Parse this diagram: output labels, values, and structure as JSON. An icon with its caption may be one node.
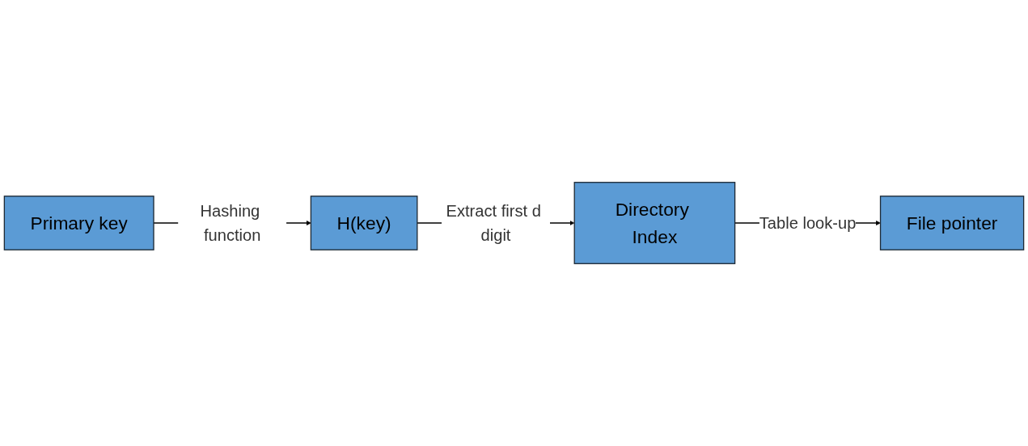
{
  "diagram": {
    "nodes": [
      {
        "text": [
          "Primary key"
        ]
      },
      {
        "text": [
          "H(key)"
        ]
      },
      {
        "text": [
          "Directory Index"
        ]
      },
      {
        "text": [
          "File pointer"
        ]
      }
    ],
    "edges": [
      {
        "from": 0,
        "to": 1,
        "arrow": "to",
        "label": "Hashing function"
      },
      {
        "from": 1,
        "to": 2,
        "arrow": "to",
        "label": "Extract first d digit"
      },
      {
        "from": 2,
        "to": 3,
        "arrow": "to",
        "label": "Table look-up"
      }
    ]
  }
}
